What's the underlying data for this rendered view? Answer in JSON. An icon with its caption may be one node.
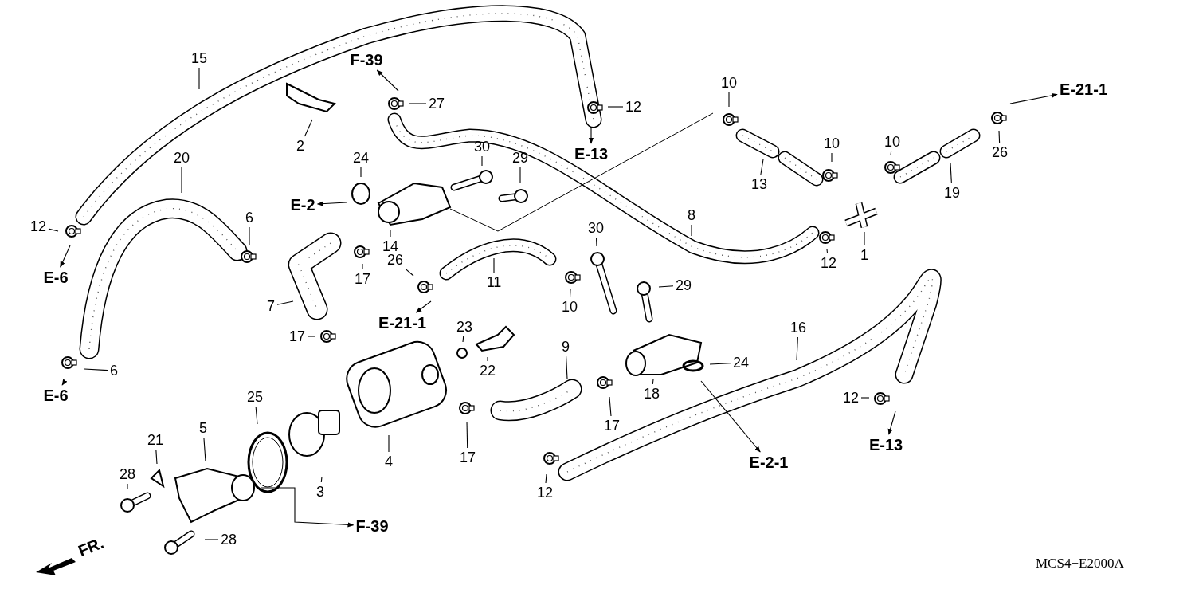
{
  "diagram": {
    "nodes": [
      {
        "text": [
          "15"
        ]
      },
      {
        "text": [
          "F-39"
        ]
      },
      {
        "text": [
          "2"
        ]
      },
      {
        "text": [
          "27"
        ]
      },
      {
        "text": [
          "12"
        ]
      },
      {
        "text": [
          "E-13"
        ]
      },
      {
        "text": [
          "10"
        ]
      },
      {
        "text": [
          "E-21-1"
        ]
      },
      {
        "text": [
          "24"
        ]
      },
      {
        "text": [
          "30"
        ]
      },
      {
        "text": [
          "29"
        ]
      },
      {
        "text": [
          "20"
        ]
      },
      {
        "text": [
          "13"
        ]
      },
      {
        "text": [
          "10"
        ]
      },
      {
        "text": [
          "10"
        ]
      },
      {
        "text": [
          "26"
        ]
      },
      {
        "text": [
          "19"
        ]
      },
      {
        "text": [
          "E-2"
        ]
      },
      {
        "text": [
          "12"
        ]
      },
      {
        "text": [
          "6"
        ]
      },
      {
        "text": [
          "14"
        ]
      },
      {
        "text": [
          "8"
        ]
      },
      {
        "text": [
          "30"
        ]
      },
      {
        "text": [
          "1"
        ]
      },
      {
        "text": [
          "12"
        ]
      },
      {
        "text": [
          "E-6"
        ]
      },
      {
        "text": [
          "17"
        ]
      },
      {
        "text": [
          "26"
        ]
      },
      {
        "text": [
          "11"
        ]
      },
      {
        "text": [
          "29"
        ]
      },
      {
        "text": [
          "10"
        ]
      },
      {
        "text": [
          "7"
        ]
      },
      {
        "text": [
          "E-21-1"
        ]
      },
      {
        "text": [
          "23"
        ]
      },
      {
        "text": [
          "17"
        ]
      },
      {
        "text": [
          "16"
        ]
      },
      {
        "text": [
          "9"
        ]
      },
      {
        "text": [
          "22"
        ]
      },
      {
        "text": [
          "24"
        ]
      },
      {
        "text": [
          "6"
        ]
      },
      {
        "text": [
          "E-6"
        ]
      },
      {
        "text": [
          "18"
        ]
      },
      {
        "text": [
          "25"
        ]
      },
      {
        "text": [
          "12"
        ]
      },
      {
        "text": [
          "5"
        ]
      },
      {
        "text": [
          "17"
        ]
      },
      {
        "text": [
          "21"
        ]
      },
      {
        "text": [
          "E-13"
        ]
      },
      {
        "text": [
          "4"
        ]
      },
      {
        "text": [
          "17"
        ]
      },
      {
        "text": [
          "E-2-1"
        ]
      },
      {
        "text": [
          "28"
        ]
      },
      {
        "text": [
          "3"
        ]
      },
      {
        "text": [
          "12"
        ]
      },
      {
        "text": [
          "F-39"
        ]
      },
      {
        "text": [
          "28"
        ]
      }
    ],
    "edges": [
      {
        "from": 0,
        "to": null,
        "arrow": "none"
      },
      {
        "from": null,
        "to": 1,
        "arrow": "to"
      },
      {
        "from": 2,
        "to": null,
        "arrow": "none"
      },
      {
        "from": 3,
        "to": null,
        "arrow": "none"
      },
      {
        "from": 4,
        "to": null,
        "arrow": "none"
      },
      {
        "from": null,
        "to": 5,
        "arrow": "to"
      },
      {
        "from": 6,
        "to": null,
        "arrow": "none"
      },
      {
        "from": null,
        "to": 7,
        "arrow": "to"
      },
      {
        "from": 8,
        "to": null,
        "arrow": "none"
      },
      {
        "from": 9,
        "to": null,
        "arrow": "none"
      },
      {
        "from": 10,
        "to": null,
        "arrow": "none"
      },
      {
        "from": 11,
        "to": null,
        "arrow": "none"
      },
      {
        "from": 12,
        "to": null,
        "arrow": "none"
      },
      {
        "from": 13,
        "to": null,
        "arrow": "none"
      },
      {
        "from": 14,
        "to": null,
        "arrow": "none"
      },
      {
        "from": 15,
        "to": null,
        "arrow": "none"
      },
      {
        "from": 16,
        "to": null,
        "arrow": "none"
      },
      {
        "from": null,
        "to": 17,
        "arrow": "to"
      },
      {
        "from": 18,
        "to": null,
        "arrow": "none"
      },
      {
        "from": 19,
        "to": null,
        "arrow": "none"
      },
      {
        "from": 20,
        "to": null,
        "arrow": "none"
      },
      {
        "from": 21,
        "to": null,
        "arrow": "none"
      },
      {
        "from": 22,
        "to": null,
        "arrow": "none"
      },
      {
        "from": 23,
        "to": null,
        "arrow": "none"
      },
      {
        "from": 24,
        "to": null,
        "arrow": "none"
      },
      {
        "from": null,
        "to": 25,
        "arrow": "to"
      },
      {
        "from": 26,
        "to": null,
        "arrow": "none"
      },
      {
        "from": 27,
        "to": null,
        "arrow": "none"
      },
      {
        "from": 28,
        "to": null,
        "arrow": "none"
      },
      {
        "from": 29,
        "to": null,
        "arrow": "none"
      },
      {
        "from": 30,
        "to": null,
        "arrow": "none"
      },
      {
        "from": 31,
        "to": null,
        "arrow": "none"
      },
      {
        "from": null,
        "to": 32,
        "arrow": "to"
      },
      {
        "from": 33,
        "to": null,
        "arrow": "none"
      },
      {
        "from": 34,
        "to": null,
        "arrow": "none"
      },
      {
        "from": 35,
        "to": null,
        "arrow": "none"
      },
      {
        "from": 36,
        "to": null,
        "arrow": "none"
      },
      {
        "from": 37,
        "to": null,
        "arrow": "none"
      },
      {
        "from": 38,
        "to": null,
        "arrow": "none"
      },
      {
        "from": 39,
        "to": null,
        "arrow": "none"
      },
      {
        "from": null,
        "to": 40,
        "arrow": "to"
      },
      {
        "from": 41,
        "to": null,
        "arrow": "none"
      },
      {
        "from": 42,
        "to": null,
        "arrow": "none"
      },
      {
        "from": 43,
        "to": null,
        "arrow": "none"
      },
      {
        "from": 44,
        "to": null,
        "arrow": "none"
      },
      {
        "from": 45,
        "to": null,
        "arrow": "none"
      },
      {
        "from": 46,
        "to": null,
        "arrow": "none"
      },
      {
        "from": null,
        "to": 47,
        "arrow": "to"
      },
      {
        "from": 48,
        "to": null,
        "arrow": "none"
      },
      {
        "from": 49,
        "to": null,
        "arrow": "none"
      },
      {
        "from": null,
        "to": 50,
        "arrow": "to"
      },
      {
        "from": 51,
        "to": null,
        "arrow": "none"
      },
      {
        "from": 52,
        "to": null,
        "arrow": "none"
      },
      {
        "from": 53,
        "to": null,
        "arrow": "none"
      },
      {
        "from": null,
        "to": 54,
        "arrow": "to"
      },
      {
        "from": 55,
        "to": null,
        "arrow": "none"
      }
    ],
    "labels": [
      "FR.",
      "MCS4−E2000A"
    ]
  }
}
